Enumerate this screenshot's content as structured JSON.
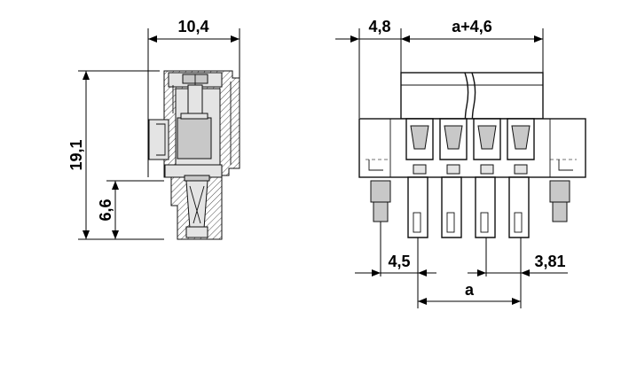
{
  "dimensions": {
    "width_total": "10,4",
    "height_total": "19,1",
    "height_lower": "6,6",
    "flange_width": "4,8",
    "body_span": "a+4,6",
    "offset_left": "4,5",
    "pitch": "3,81",
    "span": "a"
  }
}
